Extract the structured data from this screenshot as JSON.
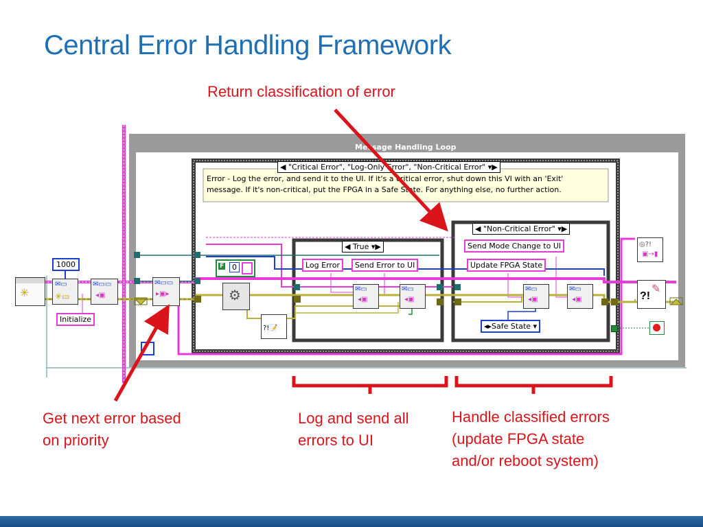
{
  "slide": {
    "title": "Central Error Handling Framework"
  },
  "callouts": {
    "return_classification": "Return classification of error",
    "get_next_error": [
      "Get next error based",
      "on priority"
    ],
    "log_and_send": [
      "Log and send all",
      "errors to UI"
    ],
    "handle_classified": [
      "Handle classified errors",
      "(update FPGA state",
      "and/or reboot system)"
    ]
  },
  "diagram": {
    "loop_title": "Message Handling Loop",
    "outer_case_selector": "\"Critical Error\", \"Log-Only Error\", \"Non-Critical Error\"",
    "comment": [
      "Error - Log the error, and send it to the UI.  If it's a critical error, shut down this VI with an 'Exit'",
      "message. If it's non-critical, put the FPGA in a Safe State. For anything else, no further action."
    ],
    "constant_1000": "1000",
    "initialize_label": "Initialize",
    "boolean_false": "F",
    "numeric_zero": "0",
    "true_case_selector": "True",
    "log_error_label": "Log Error",
    "send_error_label": "Send Error to UI",
    "noncritical_case_selector": "\"Non-Critical Error\"",
    "send_mode_change_label": "Send Mode Change to UI",
    "update_fpga_label": "Update FPGA State",
    "safe_state_enum": "Safe State"
  },
  "colors": {
    "title_blue": "#1f6fb5",
    "callout_red": "#d9141b",
    "wire_pink": "#e83ad8",
    "wire_blue": "#1b3fd0",
    "wire_yellow": "#b8b23a",
    "wire_teal": "#1e6e6e",
    "footer_blue": "#1e5a96"
  }
}
